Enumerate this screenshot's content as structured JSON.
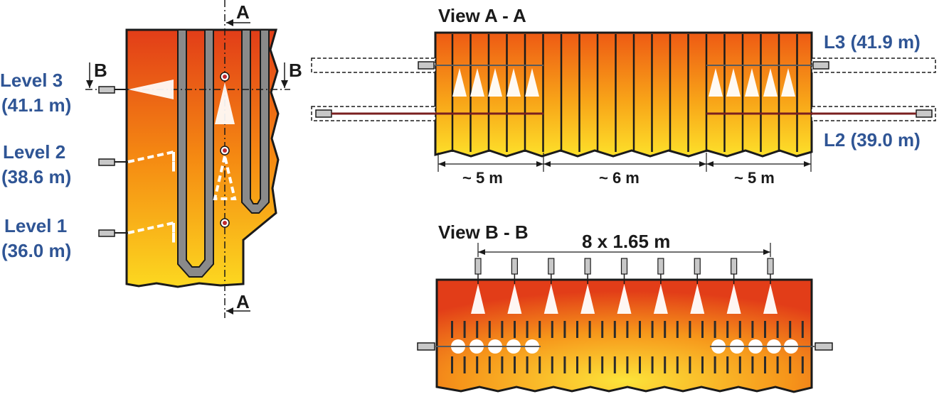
{
  "colors": {
    "accent_label": "#2f5595",
    "fire_top": "#e23d18",
    "fire_mid": "#f58a12",
    "fire_bottom": "#fcd820",
    "tube": "#8a8a8a",
    "outline": "#1a1a1a",
    "rod": "#7a1f1f"
  },
  "side_view": {
    "section_a_top": "A",
    "section_a_bottom": "A",
    "section_b_left": "B",
    "section_b_right": "B",
    "levels": [
      {
        "name": "Level 3",
        "height": "(41.1 m)"
      },
      {
        "name": "Level 2",
        "height": "(38.6 m)"
      },
      {
        "name": "Level 1",
        "height": "(36.0 m)"
      }
    ]
  },
  "view_aa": {
    "title": "View A - A",
    "l3_label": "L3 (41.9 m)",
    "l2_label": "L2 (39.0 m)",
    "dimensions": [
      "~ 5 m",
      "~ 6 m",
      "~ 5 m"
    ]
  },
  "view_bb": {
    "title": "View B - B",
    "spacing_label": "8 x 1.65 m",
    "nozzle_count": 9
  }
}
